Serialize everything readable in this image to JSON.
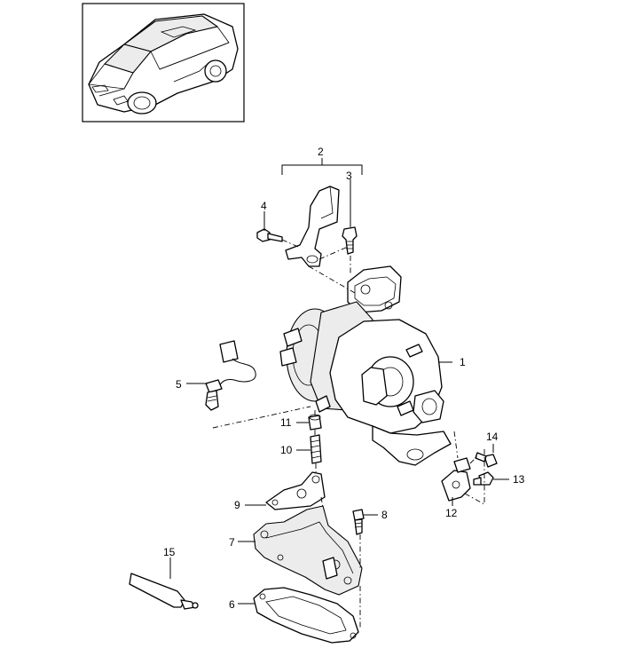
{
  "callouts": [
    {
      "id": "1",
      "text": "1"
    },
    {
      "id": "2",
      "text": "2"
    },
    {
      "id": "3",
      "text": "3"
    },
    {
      "id": "4",
      "text": "4"
    },
    {
      "id": "5",
      "text": "5"
    },
    {
      "id": "6",
      "text": "6"
    },
    {
      "id": "7",
      "text": "7"
    },
    {
      "id": "8",
      "text": "8"
    },
    {
      "id": "9",
      "text": "9"
    },
    {
      "id": "10",
      "text": "10"
    },
    {
      "id": "11",
      "text": "11"
    },
    {
      "id": "12",
      "text": "12"
    },
    {
      "id": "13",
      "text": "13"
    },
    {
      "id": "14",
      "text": "14"
    },
    {
      "id": "15",
      "text": "15"
    }
  ],
  "thumbnail": {
    "subject": "vehicle-overview-icon"
  }
}
